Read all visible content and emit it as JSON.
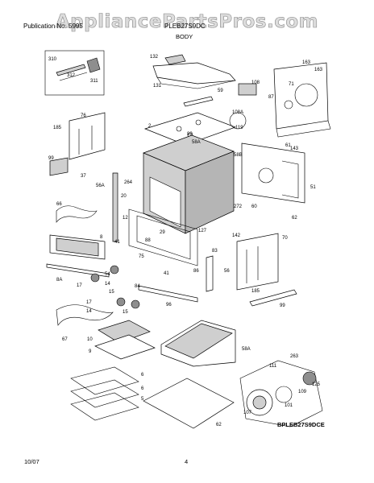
{
  "watermark": "AppliancePartsPros.com",
  "header": {
    "left": "Publication No. 5995",
    "right": "PLEB27S9DC",
    "section": "BODY"
  },
  "part_labels": [
    "310",
    "312",
    "311",
    "132",
    "163",
    "163",
    "76",
    "71",
    "108",
    "59",
    "131",
    "87",
    "108A",
    "185",
    "2",
    "119",
    "89",
    "58A",
    "61",
    "143",
    "58B",
    "99",
    "37",
    "264",
    "56A",
    "66",
    "20",
    "272",
    "60",
    "12",
    "51",
    "62",
    "8",
    "29",
    "127",
    "41",
    "88",
    "142",
    "70",
    "83",
    "75",
    "8A",
    "54",
    "56",
    "17",
    "14",
    "86",
    "41",
    "84",
    "15",
    "185",
    "96",
    "99",
    "17",
    "14",
    "15",
    "67",
    "10",
    "263",
    "9",
    "111",
    "58A",
    "125",
    "6",
    "109",
    "101",
    "107",
    "6",
    "5",
    "62"
  ],
  "diagram_code": "BPLEB27S9DCE",
  "footer": {
    "date": "10/07",
    "page": "4"
  }
}
